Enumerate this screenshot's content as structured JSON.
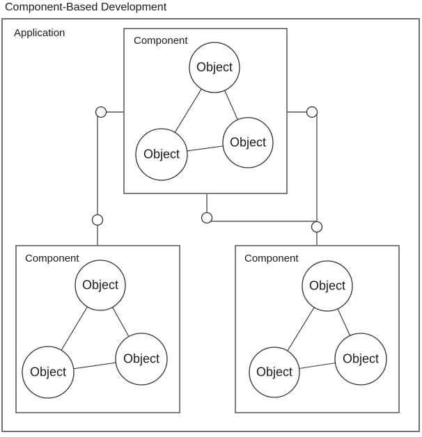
{
  "title": "Component-Based Development",
  "application": {
    "label": "Application"
  },
  "components": [
    {
      "id": "component-top",
      "label": "Component",
      "objects": [
        {
          "label": "Object"
        },
        {
          "label": "Object"
        },
        {
          "label": "Object"
        }
      ]
    },
    {
      "id": "component-bottom-left",
      "label": "Component",
      "objects": [
        {
          "label": "Object"
        },
        {
          "label": "Object"
        },
        {
          "label": "Object"
        }
      ]
    },
    {
      "id": "component-bottom-right",
      "label": "Component",
      "objects": [
        {
          "label": "Object"
        },
        {
          "label": "Object"
        },
        {
          "label": "Object"
        }
      ]
    }
  ],
  "colors": {
    "background": "#ffffff",
    "box_stroke": "#6f6f6f",
    "connector_stroke": "#565656",
    "shape_stroke": "#2f2f2f",
    "text": "#1a1a1a"
  }
}
